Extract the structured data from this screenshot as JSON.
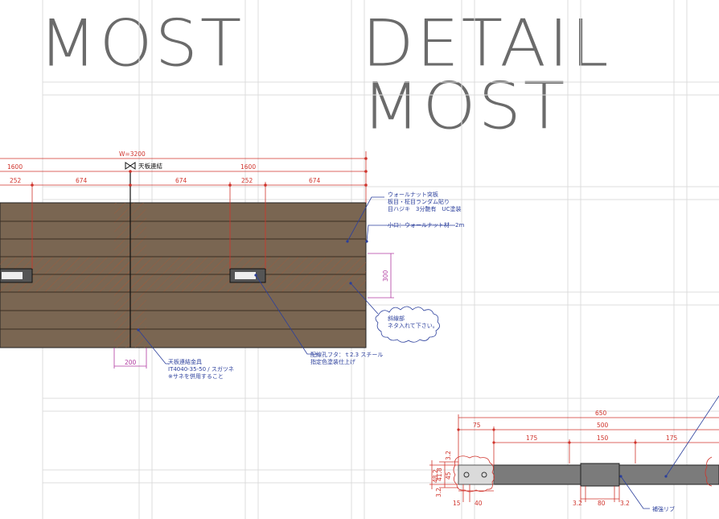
{
  "titles": {
    "left": "MOST",
    "right_line1": "DETAIL",
    "right_line2": "MOST"
  },
  "plan": {
    "width_label": "W=3200",
    "joint_label": "天板連結",
    "half_left": "1600",
    "half_right": "1600",
    "seg_252a": "252",
    "seg_674a": "674",
    "seg_674b": "674",
    "seg_252b": "252",
    "seg_674c": "674",
    "dim_300": "300",
    "dim_200": "200"
  },
  "notes": {
    "walnut_1": "ウォールナット突板",
    "walnut_2": "板目・柾目ランダム貼り",
    "walnut_3": "目ハジキ　3分艶有　UC塗装",
    "edge": "小口：ウォールナット材　2m",
    "hatch_1": "斜線部",
    "hatch_2": "ネタ入れて下さい。",
    "cover_1": "配線孔フタ：ｔ2.3 スチール",
    "cover_2": "指定色塗装仕上げ",
    "joint_1": "天板連結金具",
    "joint_2": "IT4040-35-50 / スガツネ",
    "joint_3": "※サネを併用すること"
  },
  "section": {
    "d650": "650",
    "d75": "75",
    "d500": "500",
    "d175a": "175",
    "d150": "150",
    "d175b": "175",
    "d32a": "3.2",
    "d482": "48.2",
    "d45": "45",
    "d418": "41.8",
    "d32b": "3.2",
    "d15": "15",
    "d40": "40",
    "d32c": "3.2",
    "d80": "80",
    "d32d": "3.2",
    "rib": "補強リブ"
  },
  "colors": {
    "wood": "#7a6652",
    "wood_hatch": "#a05a3a",
    "dim_red": "#d0342c",
    "dim_magenta": "#b03aa0",
    "note_blue": "#2b3f9c",
    "grid": "#dcdcdc",
    "title_gray": "#6b6b6b"
  }
}
